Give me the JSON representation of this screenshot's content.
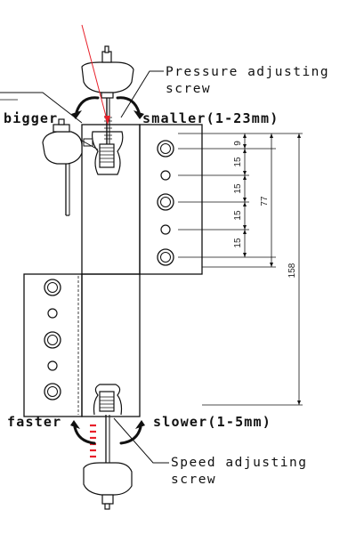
{
  "labels": {
    "pressure_line1": "Pressure adjusting",
    "pressure_line2": "screw",
    "bigger": "bigger",
    "smaller": "smaller(1-23mm)",
    "faster": "faster",
    "slower": "slower(1-5mm)",
    "speed_line1": "Speed adjusting",
    "speed_line2": "screw"
  },
  "dimensions": {
    "d9": "9",
    "d15a": "15",
    "d15b": "15",
    "d15c": "15",
    "d15d": "15",
    "d77": "77",
    "d158": "158"
  },
  "colors": {
    "line": "#111111",
    "pointer": "#e8202a",
    "marks": "#e8202a"
  }
}
